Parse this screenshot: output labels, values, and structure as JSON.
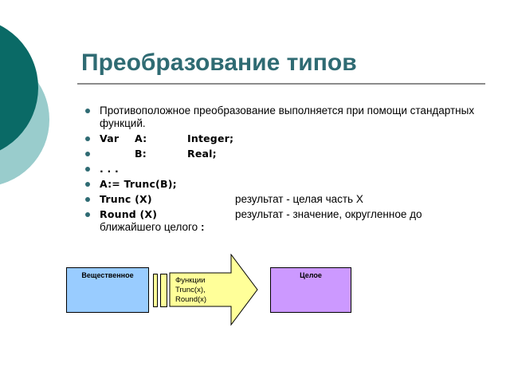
{
  "title": "Преобразование типов",
  "bullets": {
    "line1": "Противоположное преобразование выполняется при помощи стандартных функций.",
    "line2": {
      "kw": "Var",
      "name": "A:",
      "type": "Integer;"
    },
    "line3": {
      "name": "B:",
      "type": "Real;"
    },
    "line4": ". . .",
    "line5": "A:= Trunc(B);",
    "line6": {
      "func": "Trunc (X)",
      "desc": "результат - целая часть X"
    },
    "line7": {
      "func": "Round (X)",
      "desc": "результат - значение, округленное до ближайшего целого",
      "colon": ":"
    }
  },
  "diagram": {
    "left_label": "Вещественное",
    "right_label": "Целое",
    "arrow_line1": "Функции",
    "arrow_line2": "Trunc(x),",
    "arrow_line3": "Round(x)"
  },
  "colors": {
    "accent": "#2f6b73",
    "deco_dark": "#0a6a66",
    "deco_light": "#99cccc",
    "left_box": "#99ccff",
    "right_box": "#cc99ff",
    "arrow_fill": "#ffff99"
  }
}
